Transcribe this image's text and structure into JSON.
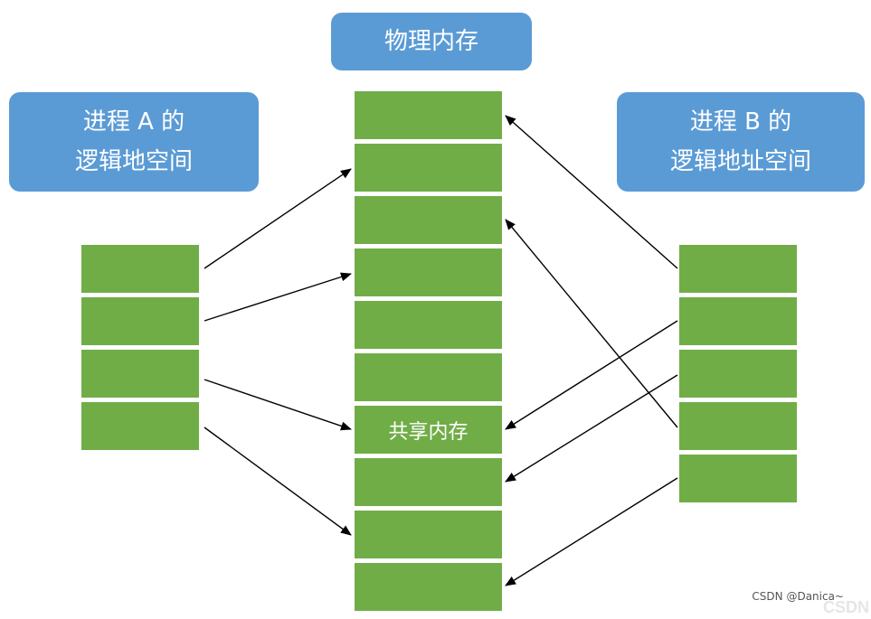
{
  "physical_memory": {
    "title": "物理内存",
    "shared_label": "共享内存",
    "block_count": 10
  },
  "process_a": {
    "title_line1": "进程 A 的",
    "title_line2": "逻辑地空间",
    "block_count": 4
  },
  "process_b": {
    "title_line1": "进程 B 的",
    "title_line2": "逻辑地址空间",
    "block_count": 5
  },
  "watermark": {
    "text": "CSDN @Danica~",
    "logo": "CSDN"
  },
  "colors": {
    "label_blue": "#5b9bd5",
    "block_green": "#70ad47",
    "arrow": "#000000"
  }
}
